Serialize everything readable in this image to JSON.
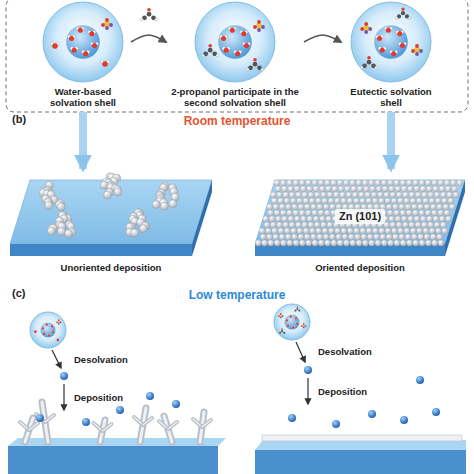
{
  "diagram": {
    "nodes": [
      {
        "text": [
          "Water-based solvation shell"
        ]
      },
      {
        "text": [
          "2-propanol participate in the second solvation shell"
        ]
      },
      {
        "text": [
          "Eutectic solvation shell"
        ]
      },
      {
        "text": [
          "Unoriented deposition"
        ]
      },
      {
        "text": [
          "Zn (101)",
          "Oriented deposition"
        ]
      }
    ],
    "edges": [
      {
        "from": 0,
        "to": 1,
        "arrow": "to"
      },
      {
        "from": 1,
        "to": 2,
        "arrow": "to"
      },
      {
        "from": 0,
        "to": 3,
        "arrow": "to"
      },
      {
        "from": 2,
        "to": 4,
        "arrow": "to"
      }
    ],
    "labels": [
      "(b)",
      "Room temperature",
      "(c)",
      "Low temperature",
      "Desolvation",
      "Deposition",
      "Desolvation",
      "Deposition"
    ]
  }
}
